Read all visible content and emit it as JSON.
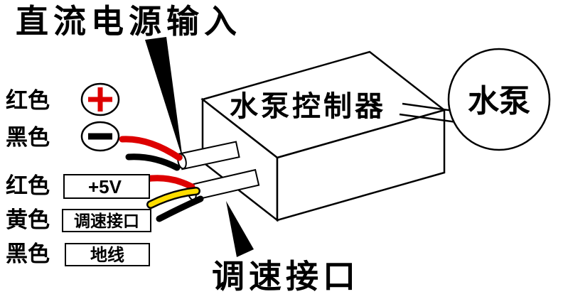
{
  "title_top": "直流电源输入",
  "title_bottom": "调速接口",
  "controller": {
    "label": "水泵控制器"
  },
  "pump": {
    "label": "水泵"
  },
  "legend_rows": [
    {
      "label": "红色",
      "icon": "positive-terminal-icon"
    },
    {
      "label": "黑色",
      "icon": "negative-terminal-icon"
    },
    {
      "label": "红色",
      "box": "+5V"
    },
    {
      "label": "黄色",
      "box": "调速接口"
    },
    {
      "label": "黑色",
      "box": "地线"
    }
  ],
  "colors": {
    "red": "#dd0000",
    "yellow": "#ffdd00",
    "black": "#000000",
    "outline": "#000000"
  }
}
